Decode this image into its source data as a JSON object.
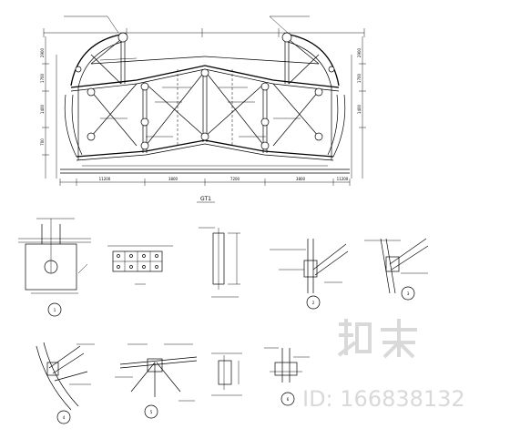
{
  "main_drawing": {
    "title": "GT1",
    "dims_bottom": [
      "11200",
      "3800",
      "7200",
      "3800",
      "11200"
    ],
    "dims_left": [
      "2900",
      "1700",
      "1400",
      "700"
    ],
    "dims_right": [
      "2900",
      "1700",
      "1400"
    ]
  },
  "details": [
    {
      "id": "d1",
      "marker": "1"
    },
    {
      "id": "d2",
      "marker": "2"
    },
    {
      "id": "d3",
      "marker": "3"
    },
    {
      "id": "d4",
      "marker": "4"
    },
    {
      "id": "d5",
      "marker": "5"
    },
    {
      "id": "d6",
      "marker": "6"
    }
  ],
  "watermark": {
    "logo_text": "知末",
    "id_text": "ID: 166838132"
  },
  "colors": {
    "line": "#000000",
    "watermark": "#d9d9d9",
    "background": "#ffffff"
  }
}
